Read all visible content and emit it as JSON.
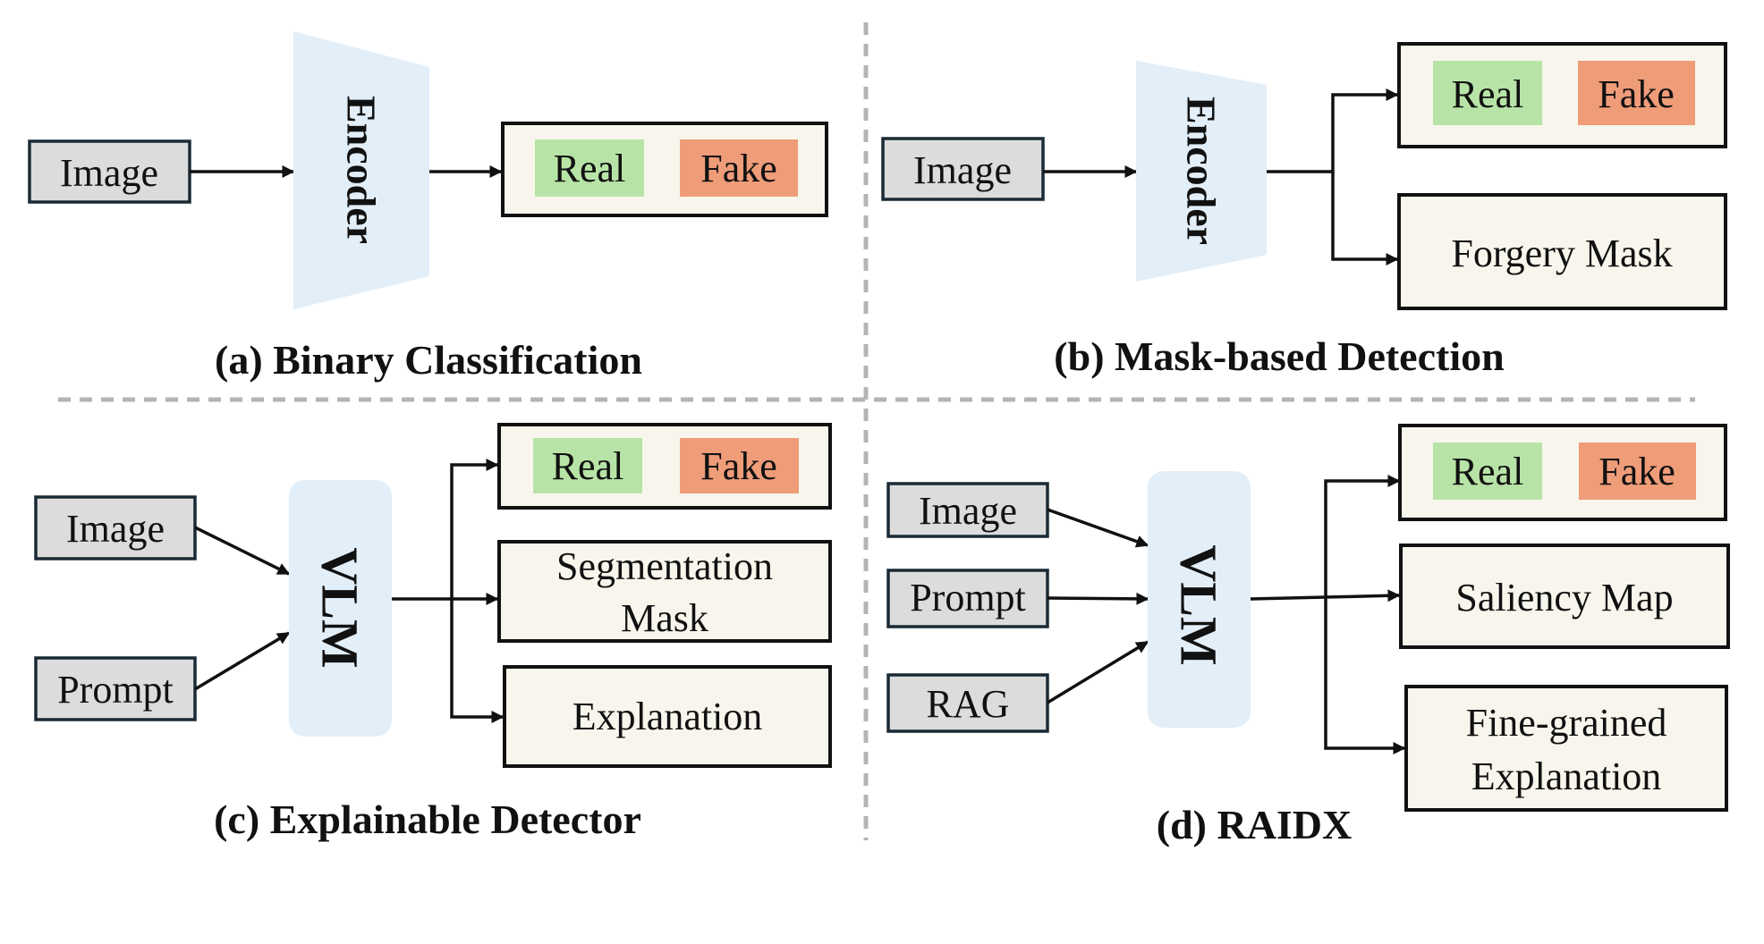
{
  "panels": {
    "a": {
      "caption": "(a) Binary Classification",
      "input": "Image",
      "encoder": "Encoder",
      "outputs": {
        "real": "Real",
        "fake": "Fake"
      }
    },
    "b": {
      "caption": "(b) Mask-based Detection",
      "input": "Image",
      "encoder": "Encoder",
      "outputs": {
        "real": "Real",
        "fake": "Fake",
        "mask": "Forgery Mask"
      }
    },
    "c": {
      "caption": "(c) Explainable Detector",
      "inputs": {
        "image": "Image",
        "prompt": "Prompt"
      },
      "model": "VLM",
      "outputs": {
        "real": "Real",
        "fake": "Fake",
        "segmentation_line1": "Segmentation",
        "segmentation_line2": "Mask",
        "explanation": "Explanation"
      }
    },
    "d": {
      "caption": "(d) RAIDX",
      "inputs": {
        "image": "Image",
        "prompt": "Prompt",
        "rag": "RAG"
      },
      "model": "VLM",
      "outputs": {
        "real": "Real",
        "fake": "Fake",
        "saliency": "Saliency Map",
        "finegrained_line1": "Fine-grained",
        "finegrained_line2": "Explanation"
      }
    }
  },
  "colors": {
    "input_fill": "#dcdcdc",
    "output_fill": "#f8f6ec",
    "real_chip": "#b7e4a6",
    "fake_chip": "#ef9c79",
    "model_fill": "#e2eef8",
    "separator": "#b4b4b4"
  }
}
